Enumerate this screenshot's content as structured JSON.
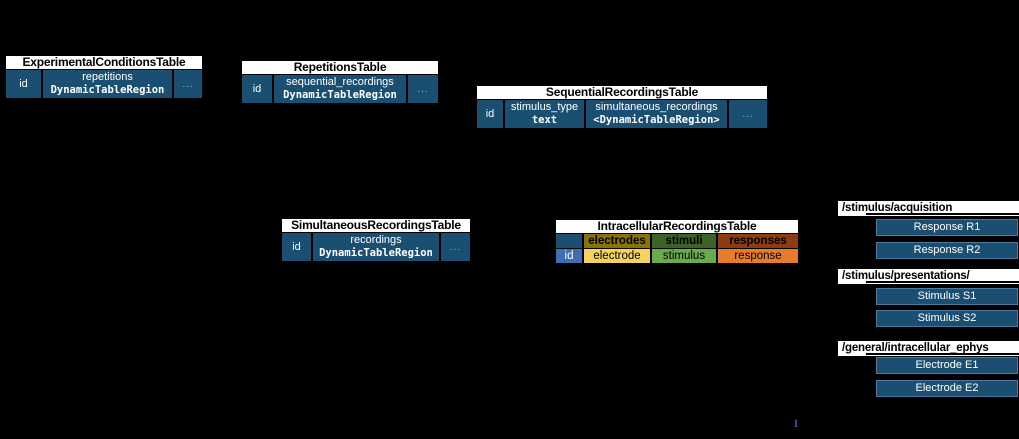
{
  "colors": {
    "background": "#000000",
    "table_cell_blue": "#1b4f72",
    "id_blue": "#3e6cb5",
    "electrodes_olive": "#8a7203",
    "electrode_yellow": "#f6d360",
    "stimuli_darkgreen": "#3c6323",
    "stimulus_green": "#67ab4d",
    "responses_rust": "#8d3c12",
    "response_orange": "#e87c2e",
    "title_strip": "#ffffff",
    "box_border": "#4d7a9c"
  },
  "tables": [
    {
      "title": "ExperimentalConditionsTable",
      "cells": [
        {
          "name": "id"
        },
        {
          "name": "repetitions",
          "type": "DynamicTableRegion"
        },
        {
          "name": "..."
        }
      ]
    },
    {
      "title": "RepetitionsTable",
      "cells": [
        {
          "name": "id"
        },
        {
          "name": "sequential_recordings",
          "type": "DynamicTableRegion"
        },
        {
          "name": "..."
        }
      ]
    },
    {
      "title": "SequentialRecordingsTable",
      "cells": [
        {
          "name": "id"
        },
        {
          "name": "stimulus_type",
          "type": "text"
        },
        {
          "name": "simultaneous_recordings",
          "type": "<DynamicTableRegion>"
        },
        {
          "name": "..."
        }
      ]
    },
    {
      "title": "SimultaneousRecordingsTable",
      "cells": [
        {
          "name": "id"
        },
        {
          "name": "recordings",
          "type": "DynamicTableRegion"
        },
        {
          "name": "..."
        }
      ]
    },
    {
      "title": "IntracellularRecordingsTable",
      "category_row": [
        "",
        "electrodes",
        "stimuli",
        "responses"
      ],
      "field_row": [
        "id",
        "electrode",
        "stimulus",
        "response"
      ]
    }
  ],
  "groups": [
    {
      "label": "/stimulus/acquisition",
      "items": [
        "Response R1",
        "Response R2"
      ]
    },
    {
      "label": "/stimulus/presentations/",
      "items": [
        "Stimulus S1",
        "Stimulus S2"
      ]
    },
    {
      "label": "/general/intracellular_ephys",
      "items": [
        "Electrode E1",
        "Electrode E2"
      ]
    }
  ],
  "page_marker": "1"
}
